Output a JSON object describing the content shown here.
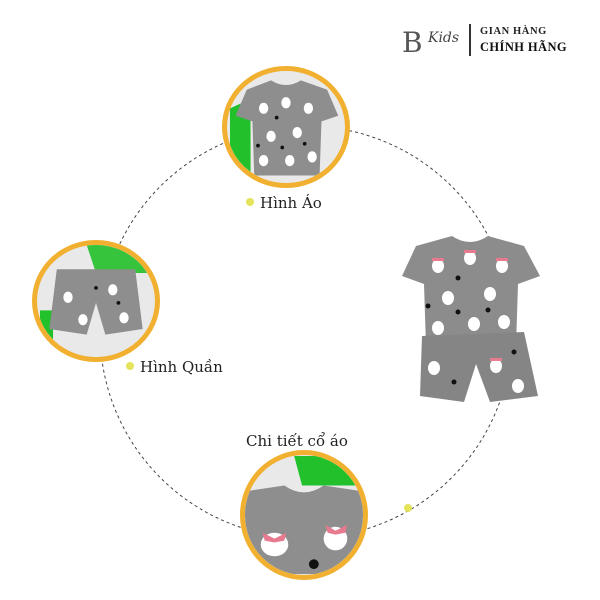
{
  "brand": {
    "logo_mark": "B",
    "logo_text": "Kids",
    "top_line": "GIAN HÀNG",
    "bottom_line": "CHÍNH HÃNG"
  },
  "labels": {
    "shirt": "Hình Áo",
    "shorts": "Hình Quần",
    "collar": "Chi tiết cổ áo"
  },
  "colors": {
    "ring_border": "#f1b02f",
    "dot": "#e5e35a",
    "fabric": "#8c8c8c",
    "accent_green": "#22c02a",
    "bow_pink": "#e77a8e"
  },
  "icons": [
    "shirt-photo",
    "shorts-photo",
    "collar-photo",
    "outfit-photo",
    "bullet-dot-icon"
  ]
}
